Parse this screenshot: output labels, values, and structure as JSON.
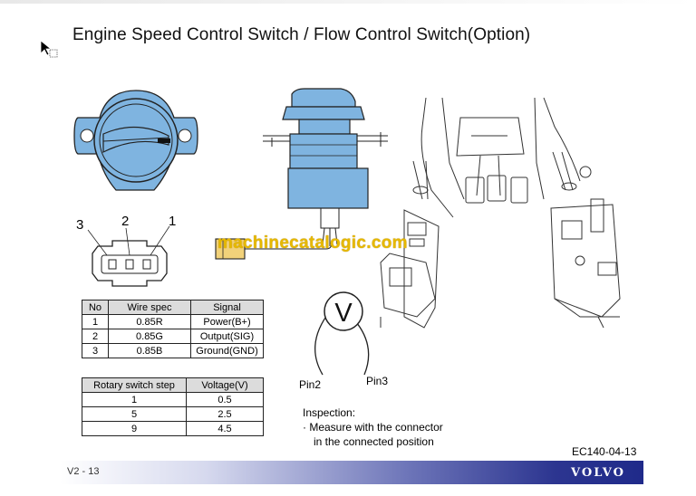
{
  "page": {
    "title": "Engine Speed Control Switch / Flow Control Switch(Option)",
    "doc_code": "EC140-04-13",
    "page_number": "V2 - 13",
    "brand": "VOLVO",
    "watermark": "machinecatalogic.com"
  },
  "connector": {
    "pin_labels": [
      "3",
      "2",
      "1"
    ]
  },
  "wire_table": {
    "headers": [
      "No",
      "Wire spec",
      "Signal"
    ],
    "rows": [
      [
        "1",
        "0.85R",
        "Power(B+)"
      ],
      [
        "2",
        "0.85G",
        "Output(SIG)"
      ],
      [
        "3",
        "0.85B",
        "Ground(GND)"
      ]
    ]
  },
  "step_table": {
    "headers": [
      "Rotary switch step",
      "Voltage(V)"
    ],
    "rows": [
      [
        "1",
        "0.5"
      ],
      [
        "5",
        "2.5"
      ],
      [
        "9",
        "4.5"
      ]
    ]
  },
  "meter": {
    "symbol": "V",
    "pin_left": "Pin2",
    "pin_right": "Pin3"
  },
  "inspection": {
    "heading": "Inspection:",
    "line1": "· Measure with the connector",
    "line2": "in the  connected position"
  },
  "colors": {
    "part_fill": "#7fb4e0",
    "outline": "#222222",
    "watermark": "#e6b800",
    "footer_dark": "#1f2a8a"
  }
}
